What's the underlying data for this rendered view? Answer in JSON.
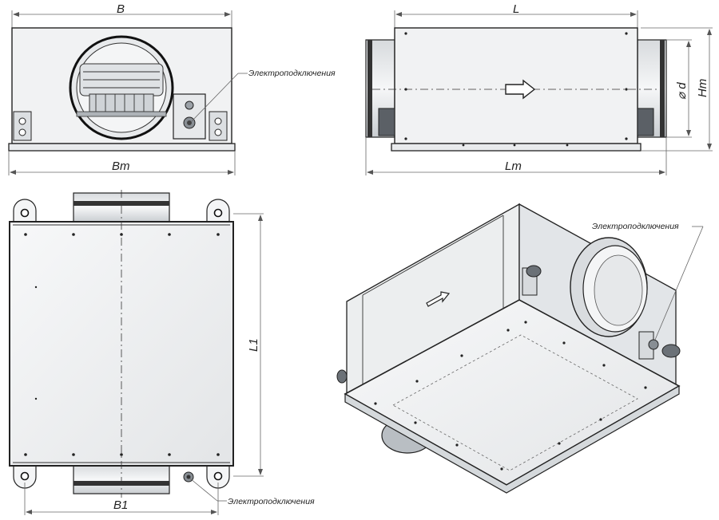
{
  "labels": {
    "front_width": "B",
    "front_base_width": "Bm",
    "side_length": "L",
    "side_base_length": "Lm",
    "side_diameter": "⌀ d",
    "side_height": "Hm",
    "top_length": "L1",
    "top_width": "B1"
  },
  "notes": {
    "front_electrical": "Электроподключения",
    "iso_electrical": "Электроподключения",
    "top_electrical": "Электроподключения"
  }
}
